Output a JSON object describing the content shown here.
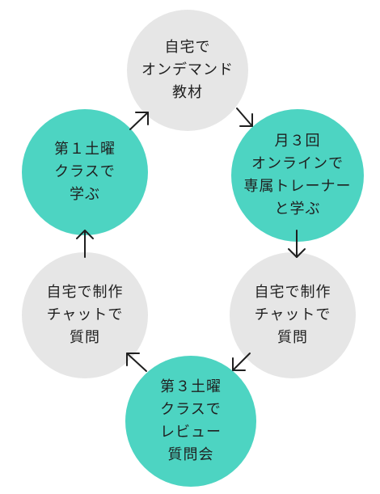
{
  "colors": {
    "teal": "#4dd4c2",
    "gray": "#e6e6e6",
    "arrow": "#1f1f1f",
    "text": "#1f1f1f"
  },
  "nodes": {
    "home_on_demand": {
      "text": "自宅で\nオンデマンド\n教材",
      "fill": "gray"
    },
    "monthly_online": {
      "text": "月３回\nオンラインで\n専属トレーナー\nと学ぶ",
      "fill": "teal"
    },
    "home_chat_right": {
      "text": "自宅で制作\nチャットで\n質問",
      "fill": "gray"
    },
    "saturday3_review": {
      "text": "第３土曜\nクラスで\nレビュー\n質問会",
      "fill": "teal"
    },
    "home_chat_left": {
      "text": "自宅で制作\nチャットで\n質問",
      "fill": "gray"
    },
    "saturday1_class": {
      "text": "第１土曜\nクラスで\n学ぶ",
      "fill": "teal"
    }
  }
}
